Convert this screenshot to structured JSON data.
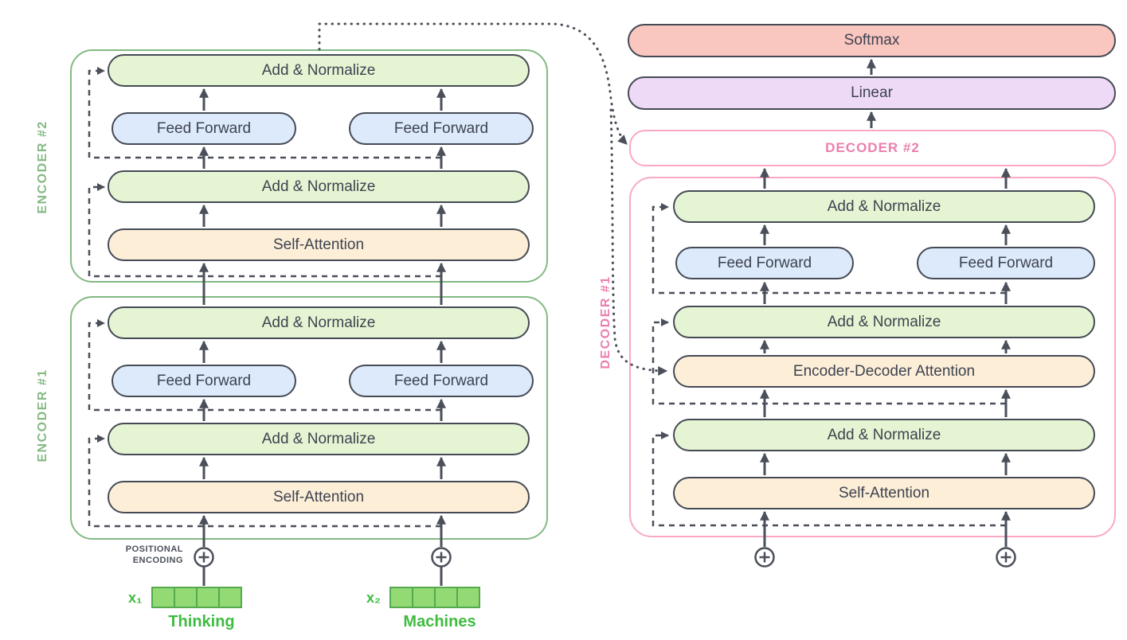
{
  "encoder2": {
    "label": "ENCODER #2",
    "add_normalize_top": "Add & Normalize",
    "feed_forward_left": "Feed Forward",
    "feed_forward_right": "Feed Forward",
    "add_normalize_bottom": "Add & Normalize",
    "self_attention": "Self-Attention"
  },
  "encoder1": {
    "label": "ENCODER #1",
    "add_normalize_top": "Add & Normalize",
    "feed_forward_left": "Feed Forward",
    "feed_forward_right": "Feed Forward",
    "add_normalize_bottom": "Add & Normalize",
    "self_attention": "Self-Attention"
  },
  "decoder2": {
    "label": "DECODER #2"
  },
  "decoder1": {
    "label": "DECODER #1",
    "add_normalize_top": "Add & Normalize",
    "feed_forward_left": "Feed Forward",
    "feed_forward_right": "Feed Forward",
    "add_normalize_mid": "Add & Normalize",
    "encoder_decoder_attention": "Encoder-Decoder Attention",
    "add_normalize_bottom": "Add & Normalize",
    "self_attention": "Self-Attention"
  },
  "output_head": {
    "softmax": "Softmax",
    "linear": "Linear"
  },
  "inputs": {
    "positional_encoding_line1": "POSITIONAL",
    "positional_encoding_line2": "ENCODING",
    "x1_label": "x₁",
    "x2_label": "x₂",
    "word1": "Thinking",
    "word2": "Machines"
  },
  "colors": {
    "add_normalize_fill": "#e5f5d3",
    "feed_forward_fill": "#dceafb",
    "attention_fill": "#fdeed8",
    "softmax_fill": "#f9c6c0",
    "linear_fill": "#eedaf6",
    "encoder_outline": "#83b983",
    "decoder_outline": "#f9a9c7",
    "encoder_label_text": "#85ba85",
    "decoder_label_text": "#ec7fae",
    "connector": "#4a4f5a",
    "vector_fill": "#94da74",
    "word_text": "#3fbc3f"
  }
}
